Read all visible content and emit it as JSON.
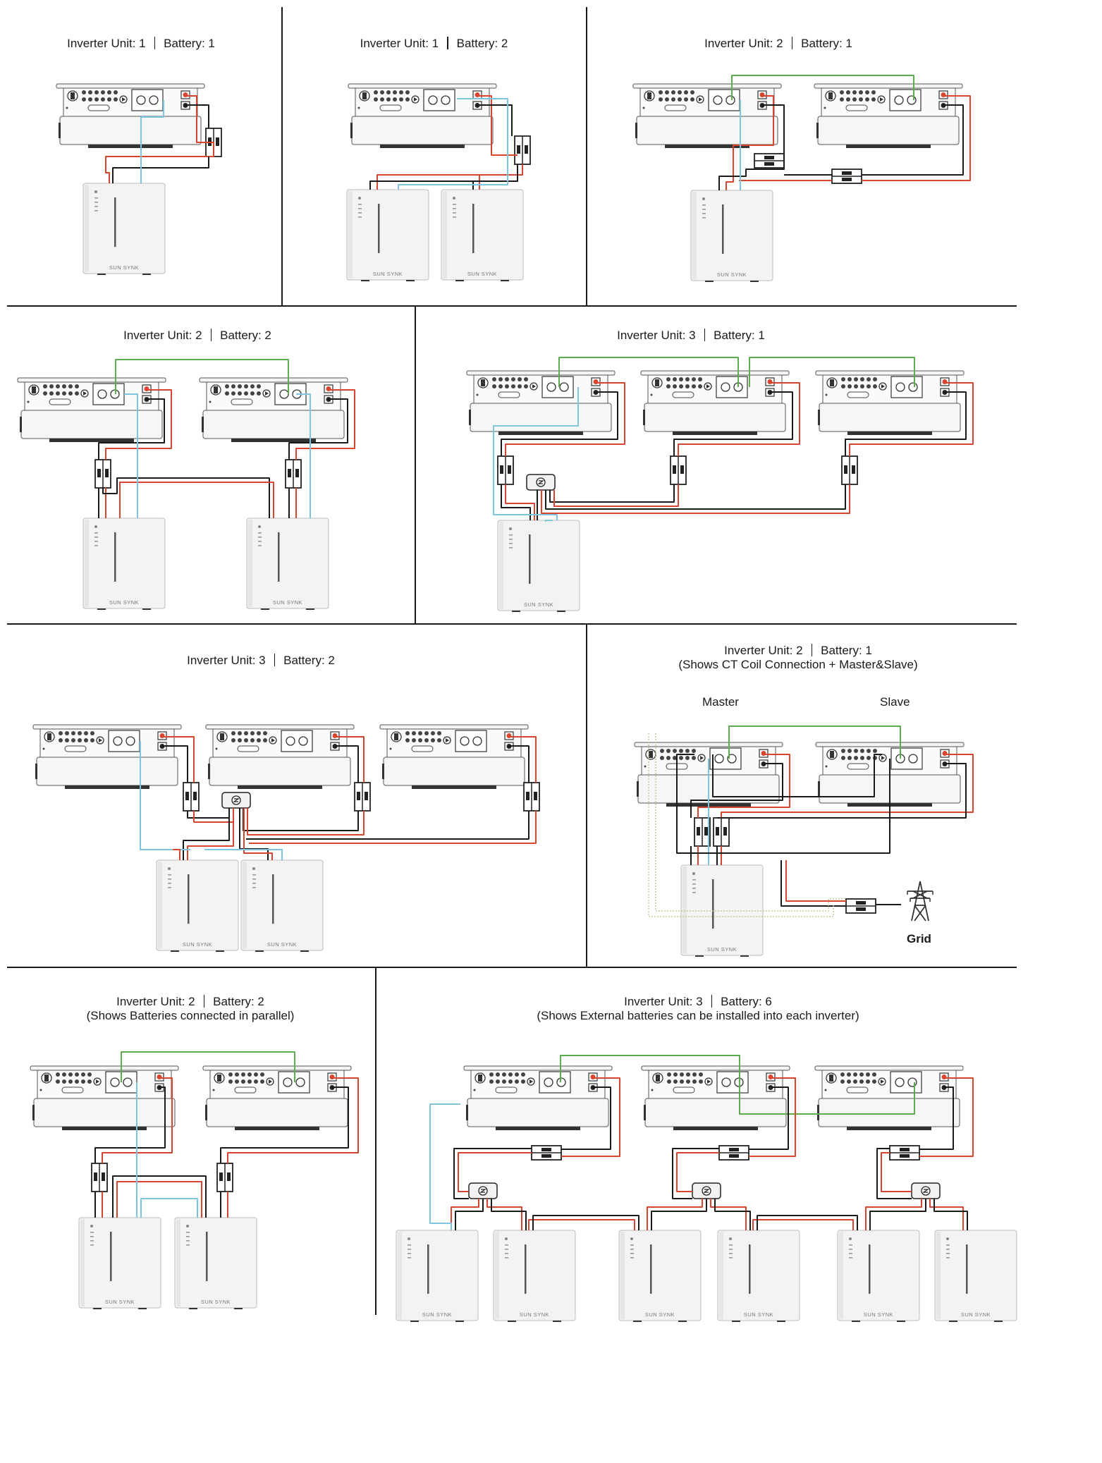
{
  "separator": "|",
  "panels": [
    {
      "inverter": "Inverter Unit: 1",
      "battery": "Battery: 1",
      "subtitle": ""
    },
    {
      "inverter": "Inverter Unit: 1",
      "battery": "Battery: 2",
      "subtitle": ""
    },
    {
      "inverter": "Inverter Unit: 2",
      "battery": "Battery: 1",
      "subtitle": ""
    },
    {
      "inverter": "Inverter Unit: 2",
      "battery": "Battery: 2",
      "subtitle": ""
    },
    {
      "inverter": "Inverter Unit: 3",
      "battery": "Battery: 1",
      "subtitle": ""
    },
    {
      "inverter": "Inverter Unit: 3",
      "battery": "Battery: 2",
      "subtitle": ""
    },
    {
      "inverter": "Inverter Unit: 2",
      "battery": "Battery: 1",
      "subtitle": "(Shows CT Coil Connection + Master&Slave)",
      "master": "Master",
      "slave": "Slave",
      "grid": "Grid"
    },
    {
      "inverter": "Inverter Unit: 2",
      "battery": "Battery: 2",
      "subtitle": "(Shows Batteries connected in parallel)"
    },
    {
      "inverter": "Inverter Unit: 3",
      "battery": "Battery: 6",
      "subtitle": "(Shows External batteries can be installed into each inverter)"
    }
  ],
  "battery_brand": "SUN SYNK",
  "colors": {
    "positive": "#d9442e",
    "negative": "#1a1a1a",
    "comms": "#7ec3e0",
    "parallel": "#5aae4c",
    "ct": "#b9c28a"
  }
}
